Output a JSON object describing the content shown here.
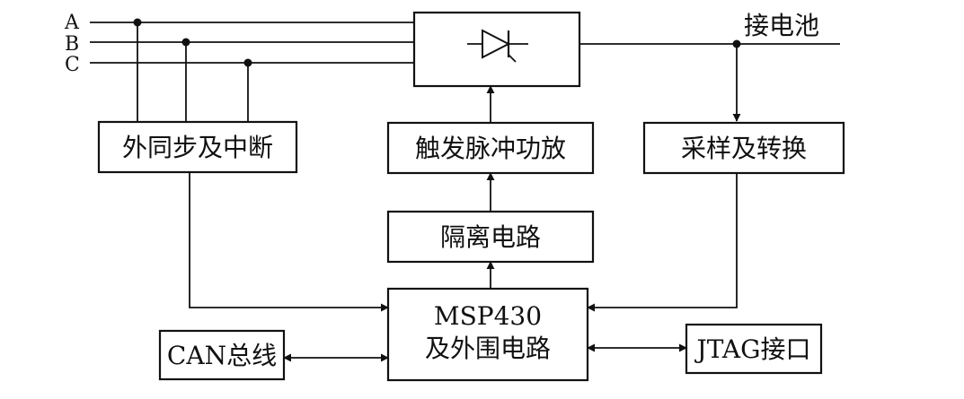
{
  "phases": [
    "A",
    "B",
    "C"
  ],
  "battery_label": "接电池",
  "blocks": {
    "sync_interrupt": "外同步及中断",
    "trigger_amp": "触发脉冲功放",
    "sampling": "采样及转换",
    "isolation": "隔离电路",
    "mcu_line1": "MSP430",
    "mcu_line2": "及外围电路",
    "can_bus": "CAN总线",
    "jtag": "JTAG接口"
  },
  "colors": {
    "line": "#111111",
    "background": "#ffffff"
  }
}
